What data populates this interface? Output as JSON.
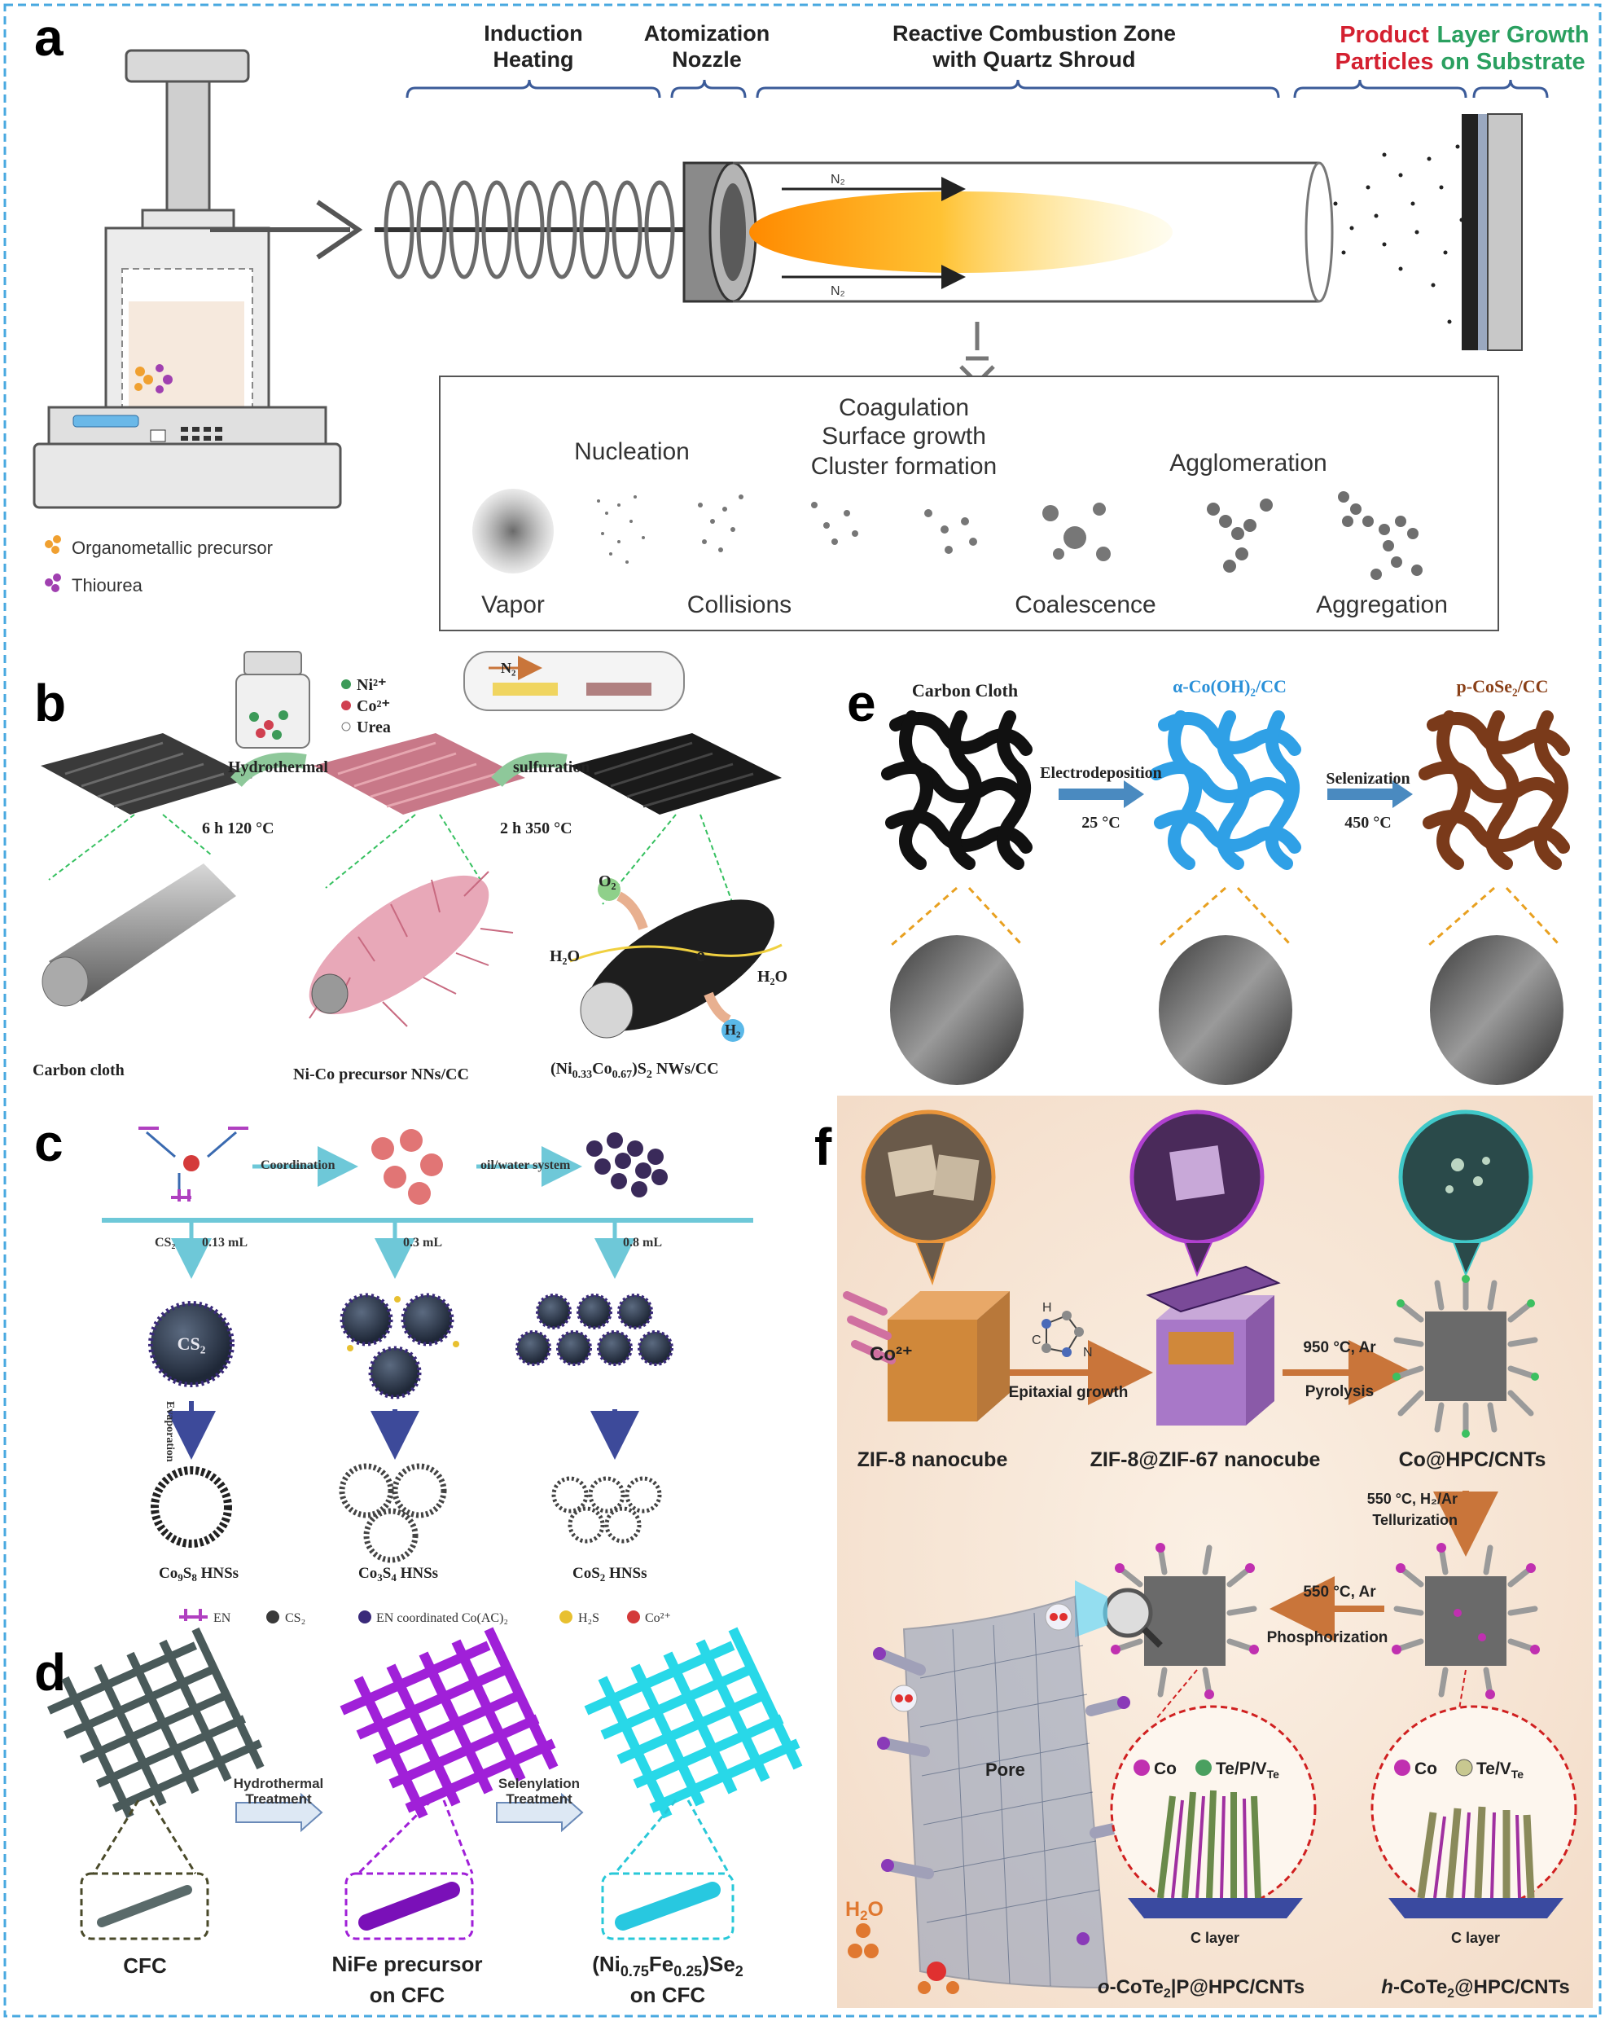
{
  "colors": {
    "border": "#49a9e0",
    "flame": "#ffb020",
    "fiber_blue": "#2fa0e6",
    "fiber_brown": "#7a3a1a",
    "purple": "#9b19d8",
    "cyan": "#28d8e8",
    "panel_f_bg": "#f7e8d8",
    "arrow_orange": "#c9753a"
  },
  "panel_a": {
    "label": "a",
    "headers": {
      "induction": "Induction\nHeating",
      "atomization": "Atomization\nNozzle",
      "combustion": "Reactive Combustion Zone\nwith Quartz Shroud",
      "product": "Product\nParticles",
      "layer": "Layer Growth\non Substrate"
    },
    "n2_top": "N₂",
    "n2_bottom": "N₂",
    "legend": {
      "organometallic": "Organometallic precursor",
      "thiourea": "Thiourea"
    },
    "inset": {
      "nucleation": "Nucleation",
      "coagulation": "Coagulation",
      "surface_growth": "Surface growth",
      "cluster": "Cluster formation",
      "agglomeration": "Agglomeration",
      "vapor": "Vapor",
      "collisions": "Collisions",
      "coalescence": "Coalescence",
      "aggregation": "Aggregation"
    }
  },
  "panel_b": {
    "label": "b",
    "ions": {
      "ni": "Ni²⁺",
      "co": "Co²⁺",
      "urea": "Urea"
    },
    "hydrothermal": "Hydrothermal",
    "cond1": "6 h   120 °C",
    "n2": "N₂",
    "sulfuration": "sulfuration",
    "cond2": "2 h   350 °C",
    "o2": "O₂",
    "h2o_left": "H₂O",
    "h2o_right": "H₂O",
    "electron": "e⁻",
    "h2": "H₂",
    "cap1": "Carbon cloth",
    "cap2": "Ni-Co precursor NNs/CC",
    "cap3": "(Ni0.33Co0.67)S2 NWs/CC"
  },
  "panel_c": {
    "label": "c",
    "coordination": "Coordination",
    "oilwater": "oil/water system",
    "cs2": "CS₂",
    "v1": "0.13 mL",
    "v2": "0.3 mL",
    "v3": "0.8 mL",
    "core": "CS₂",
    "evaporation": "Evaporation",
    "cap1": "Co9S8 HNSs",
    "cap2": "Co3S4 HNSs",
    "cap3": "CoS2 HNSs",
    "legend": {
      "en": "EN",
      "cs2": "CS₂",
      "enco": "EN coordinated Co(AC)₂",
      "h2s": "H₂S",
      "co": "Co²⁺"
    }
  },
  "panel_d": {
    "label": "d",
    "step1": "Hydrothermal\nTreatment",
    "step2": "Selenylation\nTreatment",
    "cap1": "CFC",
    "cap2": "NiFe precursor\non CFC",
    "cap3a": "(Ni0.75Fe0.25)Se2",
    "cap3b": "on CFC"
  },
  "panel_e": {
    "label": "e",
    "t1": "Carbon Cloth",
    "t2": "α-Co(OH)₂/CC",
    "t3": "p-CoSe₂/CC",
    "step1": "Electrodeposition",
    "cond1": "25 °C",
    "step2": "Selenization",
    "cond2": "450 °C"
  },
  "panel_f": {
    "label": "f",
    "co2": "Co²⁺",
    "mol_h": "H",
    "mol_c": "C",
    "mol_n": "N",
    "epitaxial": "Epitaxial growth",
    "pyro_cond": "950 °C, Ar",
    "pyrolysis": "Pyrolysis",
    "cap1": "ZIF-8 nanocube",
    "cap2": "ZIF-8@ZIF-67 nanocube",
    "cap3": "Co@HPC/CNTs",
    "tell_cond": "550 °C, H₂/Ar",
    "tellurization": "Tellurization",
    "phos_cond": "550 °C, Ar",
    "phosphorization": "Phosphorization",
    "pore": "Pore",
    "h2o": "H₂O",
    "leg1_co": "Co",
    "leg1_te": "Te/P/VTe",
    "leg2_co": "Co",
    "leg2_te": "Te/VTe",
    "clayer1": "C layer",
    "clayer2": "C layer",
    "cap4": "o-CoTe2|P@HPC/CNTs",
    "cap5": "h-CoTe2@HPC/CNTs"
  }
}
